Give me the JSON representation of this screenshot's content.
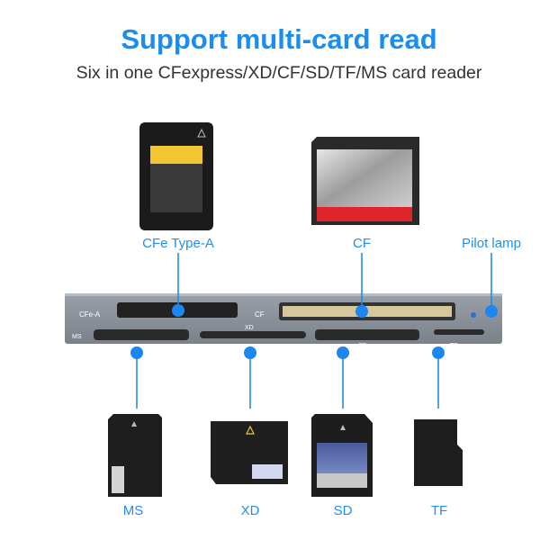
{
  "header": {
    "title": "Support multi-card read",
    "subtitle": "Six in one CFexpress/XD/CF/SD/TF/MS card reader"
  },
  "callouts": {
    "cfe": "CFe Type-A",
    "cf": "CF",
    "pilot": "Pilot lamp",
    "ms": "MS",
    "xd": "XD",
    "sd": "SD",
    "tf": "TF"
  },
  "panel": {
    "cfe_slot": "CFe-A",
    "cf_slot": "CF",
    "ms_slot": "MS",
    "xd_slot": "XD",
    "sd_slot": "SD",
    "tf_slot": "TF"
  },
  "colors": {
    "accent": "#1a8ef0",
    "panel": "#8a9099",
    "cf_red": "#e0242c"
  }
}
